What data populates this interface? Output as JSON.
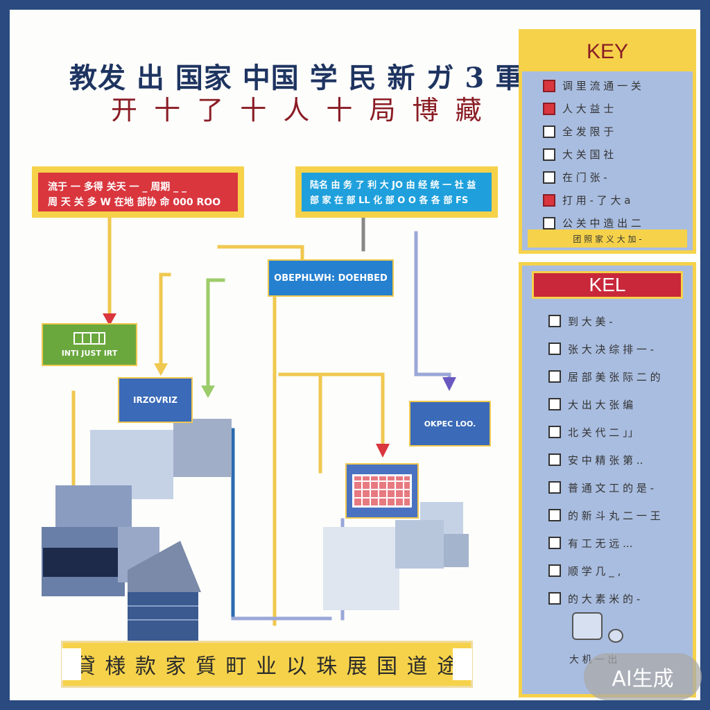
{
  "header": {
    "title": "教发 出 国家 中国 学 民 新 ガ 3 軍",
    "subtitle": "开 十 了 十 人 十 局 博 藏"
  },
  "top_boxes": {
    "red_line1": "流于 一 多得 关天 一 _ 周期 _ _",
    "red_line2": "周 天 关 多 W 在地 部协 命 000 ROO",
    "blue_line1": "陆名 由 务 了 利 大 JO 由 经 统 一 社 益",
    "blue_line2": "部 家 在 部 LL 化 部 O O 各 各 部 FS"
  },
  "nodes": {
    "center": "OBEPHLWH: DOEHBED",
    "green": "INTI JUST IRT",
    "navy": "IRZOVRIZ",
    "right": "OKPEC LOO."
  },
  "bottom_banner": "貸 様 款 家 質 町 业 以 珠 展 国 道 途",
  "key_panel": {
    "title": "KEY",
    "items": [
      "调 里 流 通 一 关",
      "人 大 益 士",
      "全 发 限 于",
      "大 关 国 社",
      "在 门 张 -",
      "打 用 - 了 大 a",
      "公 关 中 造 出 二"
    ],
    "footer": "团 照 家 义 大 加 -"
  },
  "kel_panel": {
    "title": "KEL",
    "items": [
      "到 大 美 -",
      "张 大 决 综 排 一 -",
      "居 部 美 张 际 二 的",
      "大 出 大 张 编",
      "北 关 代 二 」」",
      "安 中 精 张 第 ..",
      "普 通 文 工 的 是 -",
      "的 新 斗 丸 二 一 王",
      "有 工 无 远 ...",
      "顺 学 几 _ ,",
      "的 大 素 米 的 -"
    ],
    "footer": "大 机 一 出"
  },
  "badge": "AI生成",
  "colors": {
    "navy": "#2a4a80",
    "yellow": "#f5d24a",
    "red": "#d9363e",
    "blue": "#1fa0dc",
    "green": "#6aa83e",
    "panel": "#a9bde0"
  }
}
